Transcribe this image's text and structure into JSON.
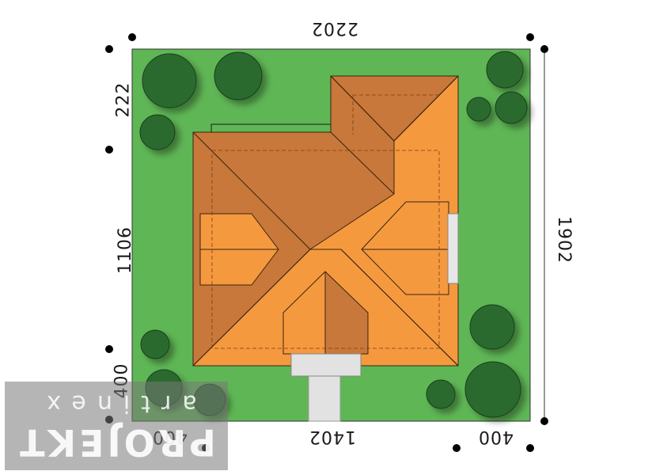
{
  "dimensions": {
    "top": "2202",
    "right": "1902",
    "left_upper": "222",
    "left_middle": "1106",
    "left_lower": "400",
    "bottom_left": "400",
    "bottom_middle": "1402",
    "bottom_right": "400"
  },
  "watermark": {
    "line1": "artinex",
    "line2": "PROJEKT"
  },
  "colors": {
    "lawn": "#5fb655",
    "tree": "#2a6b2f",
    "roof_light": "#f5993f",
    "roof_dark": "#c8783a",
    "terrace": "#d9d9d9"
  }
}
